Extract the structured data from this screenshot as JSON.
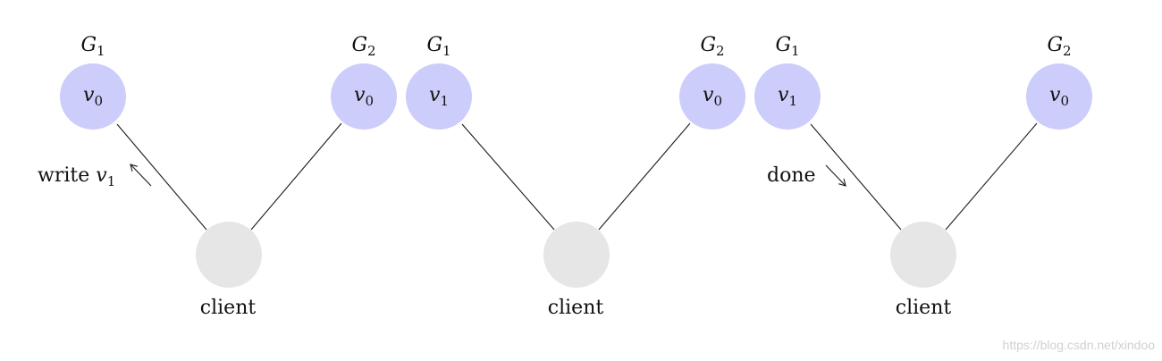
{
  "watermark": "https://blog.csdn.net/xindoo",
  "colors": {
    "server_node": "#cccdfa",
    "client_node": "#e6e6e6",
    "edge": "#1a1a1a",
    "text": "#111111",
    "watermark": "#d0d0d0"
  },
  "panels": [
    {
      "g1": {
        "label_main": "G",
        "label_sub": "1",
        "value_main": "v",
        "value_sub": "0"
      },
      "g2": {
        "label_main": "G",
        "label_sub": "2",
        "value_main": "v",
        "value_sub": "0"
      },
      "client_label": "client",
      "annotation": {
        "text": "write ",
        "var_main": "v",
        "var_sub": "1",
        "direction": "to-server"
      }
    },
    {
      "g1": {
        "label_main": "G",
        "label_sub": "1",
        "value_main": "v",
        "value_sub": "1"
      },
      "g2": {
        "label_main": "G",
        "label_sub": "2",
        "value_main": "v",
        "value_sub": "0"
      },
      "client_label": "client"
    },
    {
      "g1": {
        "label_main": "G",
        "label_sub": "1",
        "value_main": "v",
        "value_sub": "1"
      },
      "g2": {
        "label_main": "G",
        "label_sub": "2",
        "value_main": "v",
        "value_sub": "0"
      },
      "client_label": "client",
      "annotation": {
        "text": "done",
        "direction": "to-client"
      }
    }
  ]
}
